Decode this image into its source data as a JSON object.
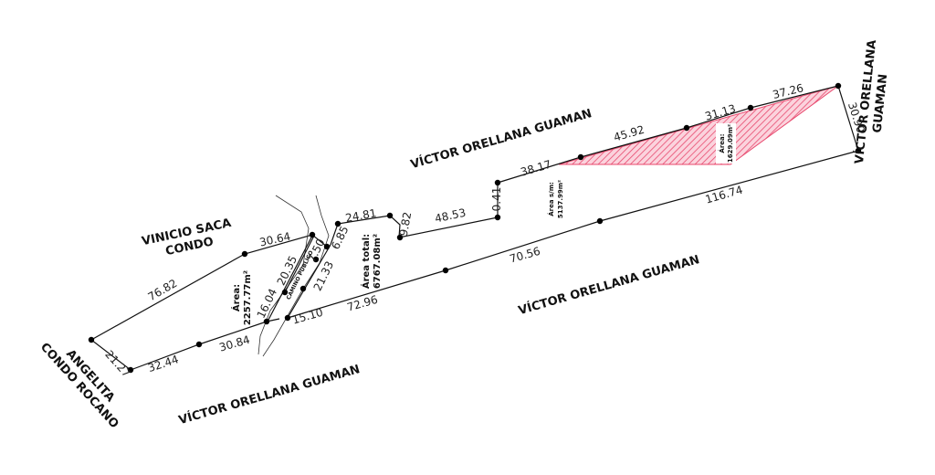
{
  "owners": {
    "vinicio": [
      "VINICIO SACA",
      "CONDO"
    ],
    "top": "VÍCTOR ORELLANA GUAMAN",
    "right": [
      "VÍCTOR ORELLANA",
      "GUAMAN"
    ],
    "mid": "VÍCTOR ORELLANA GUAMAN",
    "bottom": "VÍCTOR ORELLANA GUAMAN",
    "angelita": [
      "ANGELITA",
      "CONDO ROCANO"
    ]
  },
  "dimensions": {
    "d7682": "76.82",
    "d3064": "30.64",
    "d2127": "21.27",
    "d3244": "32.44",
    "d3084": "30.84",
    "d1604": "16.04",
    "d2035": "20.35",
    "d750": "7.50",
    "d2133": "21.33",
    "d685": "6.85",
    "d1510": "15.10",
    "d2481": "24.81",
    "d982": "9.82",
    "d4853": "48.53",
    "d041": "0.41",
    "d3817": "38.17",
    "d4592": "45.92",
    "d3113": "31.13",
    "d3726": "37.26",
    "d3090": "30.90",
    "d11674": "116.74",
    "d7056": "70.56",
    "d7296": "72.96"
  },
  "areas": {
    "left": [
      "Área:",
      "2257.77m²"
    ],
    "total": [
      "Área total:",
      "6767.08m²"
    ],
    "sm": [
      "Área s/m:",
      "5137.99m²"
    ],
    "hatch": [
      "Área:",
      "1629.09m²"
    ]
  },
  "road_label": "CAMINO PÚBLICO",
  "colors": {
    "hatch": "#e8496e",
    "hatch_fill": "#fbd3dd",
    "line": "#111111"
  }
}
